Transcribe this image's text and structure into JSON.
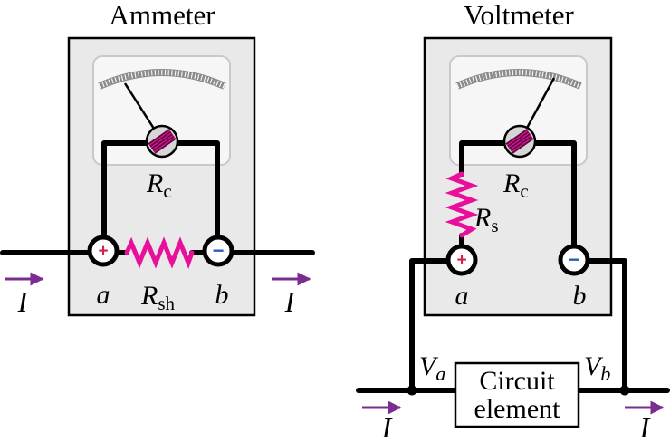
{
  "ammeter": {
    "title": "Ammeter",
    "coil_label": {
      "main": "R",
      "sub": "c"
    },
    "shunt_label": {
      "main": "R",
      "sub": "sh"
    },
    "terminal_a": "a",
    "terminal_b": "b",
    "plus_symbol": "+",
    "minus_symbol": "−",
    "current_left": "I",
    "current_right": "I"
  },
  "voltmeter": {
    "title": "Voltmeter",
    "coil_label": {
      "main": "R",
      "sub": "c"
    },
    "series_label": {
      "main": "R",
      "sub": "s"
    },
    "terminal_a": "a",
    "terminal_b": "b",
    "plus_symbol": "+",
    "minus_symbol": "−",
    "va_label": {
      "main": "V",
      "sub": "a"
    },
    "vb_label": {
      "main": "V",
      "sub": "b"
    },
    "element_line1": "Circuit",
    "element_line2": "element",
    "current_left": "I",
    "current_right": "I"
  },
  "colors": {
    "resistor": "#e8109a",
    "current_arrow": "#7b2c91",
    "plus_terminal": "#d6204f",
    "minus_terminal": "#2a5fb8",
    "meter_body": "#e9e9e9",
    "scale": "#8a8a8a"
  },
  "icons": {
    "meter_coil": "galvanometer-coil-icon",
    "positive_terminal": "plus-terminal-icon",
    "negative_terminal": "minus-terminal-icon",
    "current_direction": "right-arrow-icon"
  }
}
